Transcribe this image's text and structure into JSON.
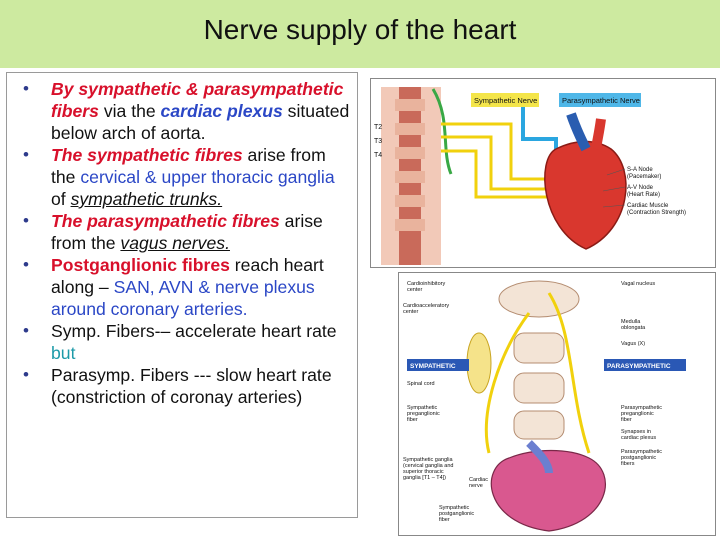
{
  "title": "Nerve supply of the heart",
  "bullets": [
    {
      "parts": [
        {
          "text": "By sympathetic & parasympathetic fibers ",
          "style": "red-bi"
        },
        {
          "text": " via the ",
          "style": "plain"
        },
        {
          "text": "cardiac plexus",
          "style": "blue-bi"
        },
        {
          "text": " situated below arch of aorta.",
          "style": "plain"
        }
      ]
    },
    {
      "parts": [
        {
          "text": "The sympathetic fibres",
          "style": "red-bi"
        },
        {
          "text": " arise from the ",
          "style": "plain"
        },
        {
          "text": "cervical & upper thoracic",
          "style": "blue"
        },
        {
          "text": " ganglia",
          "style": "blue"
        },
        {
          "text": " of ",
          "style": "plain"
        },
        {
          "text": "sympathetic trunks.",
          "style": "it-ul"
        }
      ]
    },
    {
      "parts": [
        {
          "text": "The parasympathetic fibres",
          "style": "red-bi"
        },
        {
          "text": " arise from the ",
          "style": "plain"
        },
        {
          "text": "vagus nerves.",
          "style": "it-ul"
        }
      ]
    },
    {
      "parts": [
        {
          "text": "Postganglionic fibres",
          "style": "red-bold"
        },
        {
          "text": " reach heart along – ",
          "style": "plain"
        },
        {
          "text": "SAN, AVN & nerve plexus around coronary arteries.",
          "style": "blue"
        }
      ]
    },
    {
      "parts": [
        {
          "text": "Symp. Fibers-– accelerate heart rate ",
          "style": "plain"
        },
        {
          "text": "but",
          "style": "teal"
        }
      ]
    },
    {
      "parts": [
        {
          "text": "Parasymp. Fibers --- slow heart rate (constriction of coronay arteries)",
          "style": "plain"
        }
      ]
    }
  ],
  "figure_top": {
    "header_symp": "Sympathetic Nerve",
    "header_para": "Parasympathetic Nerve",
    "levels": [
      "T2",
      "T3",
      "T4"
    ],
    "labels": [
      "S-A Node",
      "(Pacemaker)",
      "A-V Node",
      "(Heart Rate)",
      "Cardiac Muscle",
      "(Contraction Strength)"
    ]
  },
  "figure_bottom": {
    "left_labels": [
      "Cardioinhibitory",
      "center",
      "Cardioacceleratory",
      "center",
      "Spinal cord",
      "Sympathetic",
      "preganglionic",
      "fiber",
      "Sympathetic ganglia",
      "(cervical ganglia and",
      "superior thoracic",
      "ganglia [T1 – T4])",
      "Cardiac",
      "nerve",
      "Sympathetic",
      "postganglionic",
      "fiber"
    ],
    "right_labels": [
      "Vagal nucleus",
      "Medulla",
      "oblongata",
      "Vagus (X)",
      "Parasympathetic",
      "preganglionic",
      "fiber",
      "Synapses in",
      "cardiac plexus",
      "Parasympathetic",
      "postganglionic",
      "fibers"
    ],
    "tag_symp": "SYMPATHETIC",
    "tag_para": "PARASYMPATHETIC"
  }
}
